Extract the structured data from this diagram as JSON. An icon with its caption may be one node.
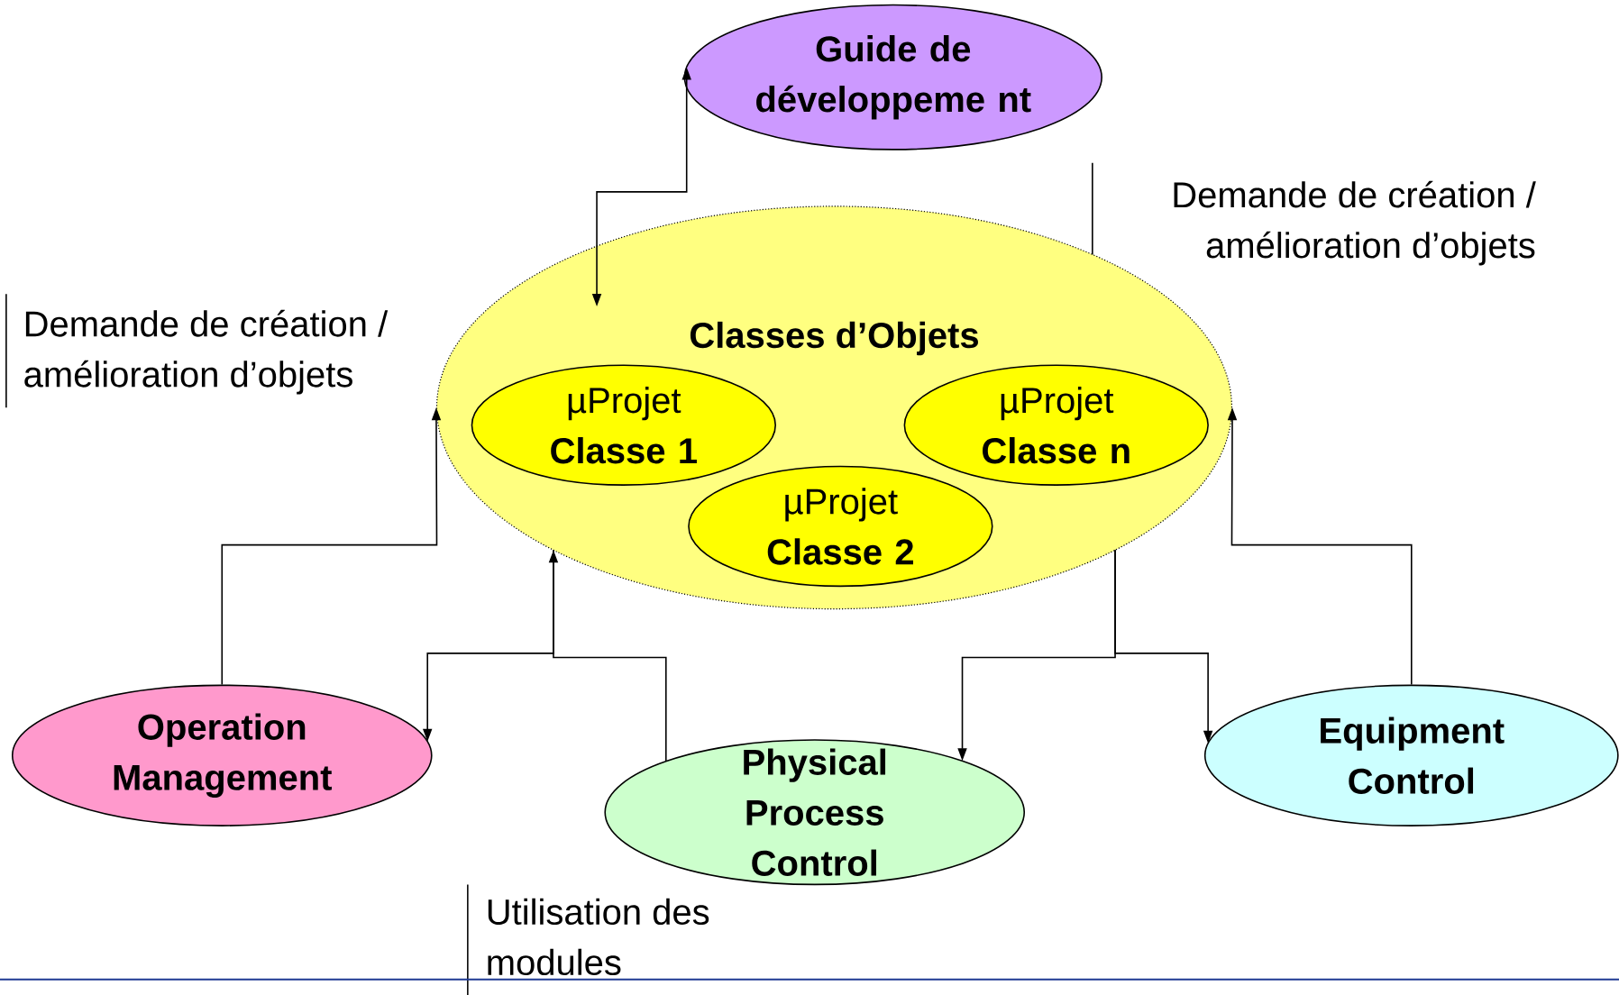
{
  "diagram": {
    "nodes": [
      {
        "text": [
          "Guide de développeme nt"
        ]
      },
      {
        "text": [
          "Classes d’Objets"
        ]
      },
      {
        "text": [
          "µProjet",
          "Classe 1"
        ],
        "in": 1
      },
      {
        "text": [
          "µProjet",
          "Classe n"
        ],
        "in": 1
      },
      {
        "text": [
          "µProjet",
          "Classe 2"
        ],
        "in": 1
      },
      {
        "text": [
          "Operation Management"
        ]
      },
      {
        "text": [
          "Physical Process Control"
        ]
      },
      {
        "text": [
          "Equipment Control"
        ]
      }
    ],
    "edges": [
      {
        "from": 1,
        "to": 0,
        "arrow": "both"
      },
      {
        "from": 5,
        "to": 1,
        "arrow": "to"
      },
      {
        "from": 6,
        "to": 1,
        "arrow": "to"
      },
      {
        "from": 1,
        "to": 5,
        "arrow": "to"
      },
      {
        "from": 1,
        "to": 6,
        "arrow": "to"
      },
      {
        "from": 1,
        "to": 7,
        "arrow": "to"
      },
      {
        "from": 7,
        "to": 1,
        "arrow": "to"
      }
    ],
    "labels": [
      "Demande de création / amélioration d’objets",
      "Demande de création / amélioration d’objets",
      "Utilisation des modules"
    ]
  }
}
